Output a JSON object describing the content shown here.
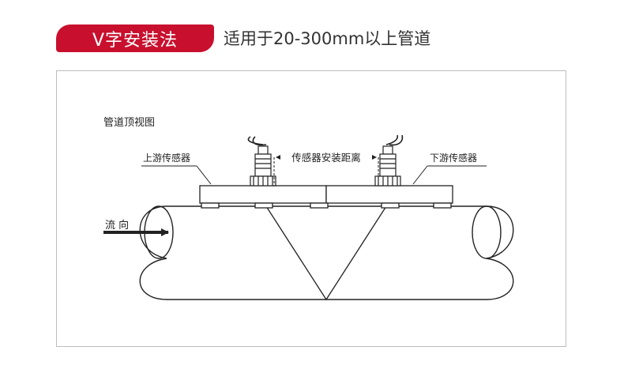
{
  "header": {
    "title": "V字安装法",
    "subtitle": "适用于20-300mm以上管道"
  },
  "diagram": {
    "caption": "管道顶视图",
    "upstream_label": "上游传感器",
    "downstream_label": "下游传感器",
    "distance_label": "传感器安装距离",
    "flow_label": "流 向"
  },
  "colors": {
    "accent": "#c8102e",
    "line": "#222222",
    "frame_border": "#bdbdbd"
  }
}
